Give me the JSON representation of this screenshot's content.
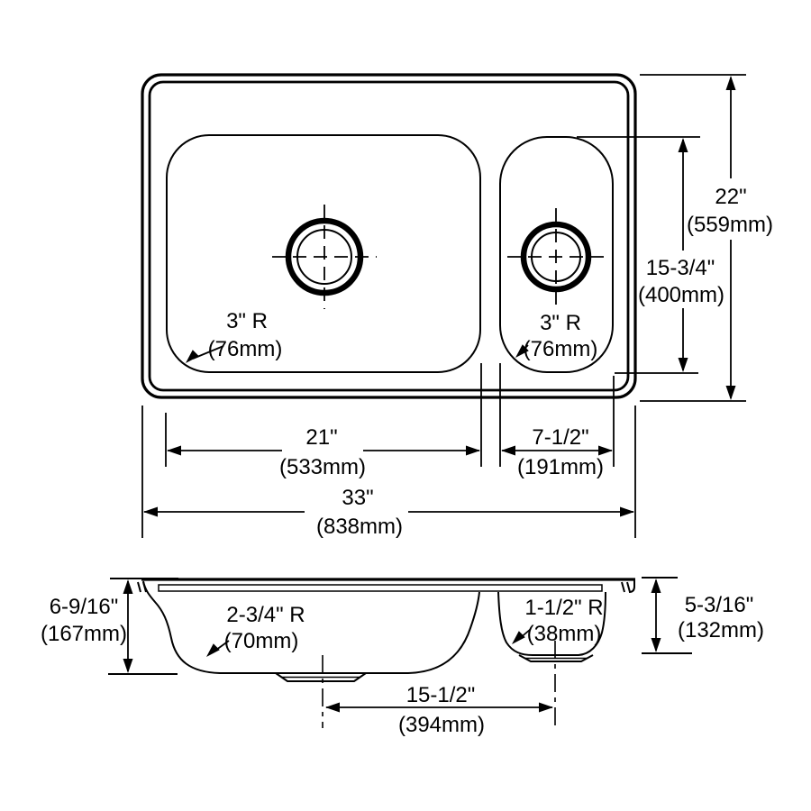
{
  "top_view": {
    "large_bowl_corner_radius": {
      "inches": "3\" R",
      "mm": "(76mm)"
    },
    "small_bowl_corner_radius": {
      "inches": "3\" R",
      "mm": "(76mm)"
    },
    "overall_front_to_back": {
      "inches": "22\"",
      "mm": "(559mm)"
    },
    "small_bowl_front_to_back": {
      "inches": "15-3/4\"",
      "mm": "(400mm)"
    },
    "large_bowl_width": {
      "inches": "21\"",
      "mm": "(533mm)"
    },
    "small_bowl_width": {
      "inches": "7-1/2\"",
      "mm": "(191mm)"
    },
    "overall_width": {
      "inches": "33\"",
      "mm": "(838mm)"
    }
  },
  "side_view": {
    "large_bowl_depth": {
      "inches": "6-9/16\"",
      "mm": "(167mm)"
    },
    "large_bowl_bottom_radius": {
      "inches": "2-3/4\" R",
      "mm": "(70mm)"
    },
    "small_bowl_bottom_radius": {
      "inches": "1-1/2\" R",
      "mm": "(38mm)"
    },
    "small_bowl_depth": {
      "inches": "5-3/16\"",
      "mm": "(132mm)"
    },
    "drain_center_spacing": {
      "inches": "15-1/2\"",
      "mm": "(394mm)"
    }
  }
}
